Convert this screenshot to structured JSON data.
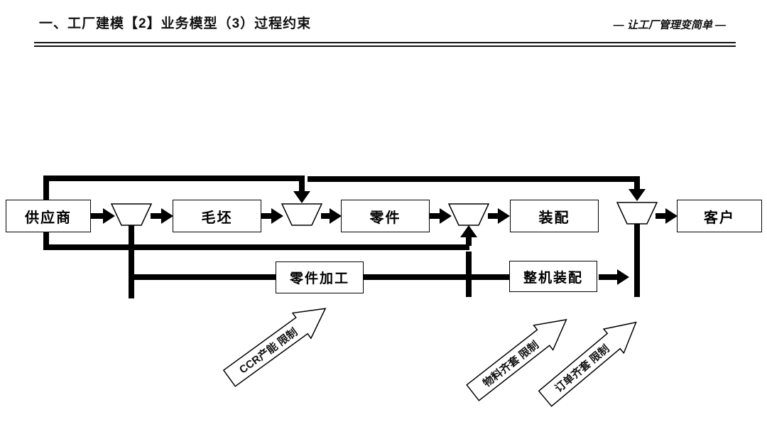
{
  "header": {
    "title": "一、工厂建模【2】业务模型（3）过程约束",
    "slogan": "— 让工厂管理变简单 —"
  },
  "diagram": {
    "nodes": {
      "supplier": "供应商",
      "blank": "毛坯",
      "part": "零件",
      "assembly": "装配",
      "customer": "客户",
      "part_processing": "零件加工",
      "machine_assembly": "整机装配"
    },
    "constraints": {
      "ccr": "CCR产能 限制",
      "material": "物料齐套 限制",
      "order": "订单齐套 限制"
    },
    "icons": [
      "funnel-icon",
      "block-arrow-icon"
    ],
    "colors": {
      "line": "#000000",
      "node_bg": "#ffffff",
      "node_border": "#000000",
      "text": "#111111"
    }
  }
}
